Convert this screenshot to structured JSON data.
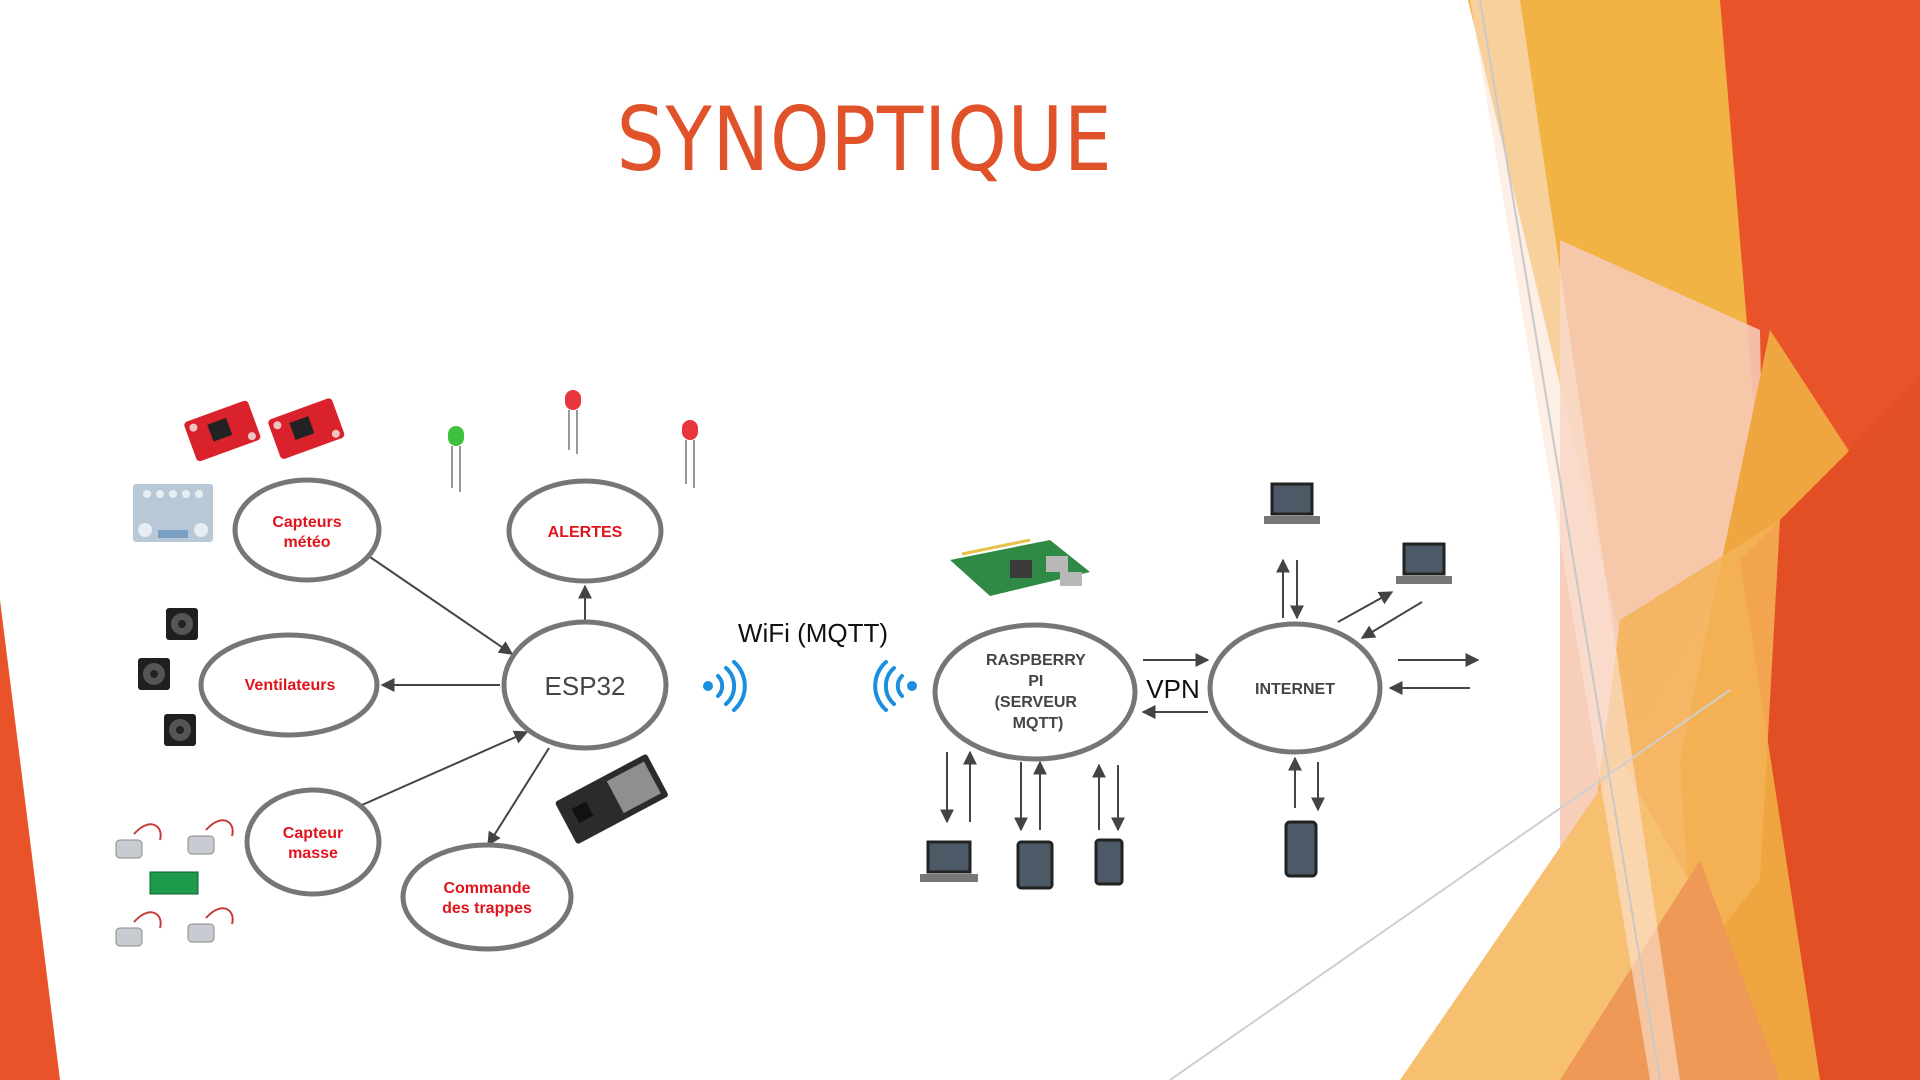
{
  "slide": {
    "title": "SYNOPTIQUE",
    "colors": {
      "title": "#e0522a",
      "node_label_red": "#e0141b",
      "ellipse_stroke": "#767676",
      "orange_dark": "#e8532a",
      "orange_light": "#f0a640",
      "peach": "#f5c6ae"
    }
  },
  "nodes": {
    "capteurs_meteo": "Capteurs\nmétéo",
    "alertes": "ALERTES",
    "ventilateurs": "Ventilateurs",
    "esp32": "ESP32",
    "capteur_masse": "Capteur\nmasse",
    "commande_trappes": "Commande\ndes trappes",
    "raspberry": "RASPBERRY\nPI\n(SERVEUR\nMQTT)",
    "internet": "INTERNET"
  },
  "links": {
    "wifi_label": "WiFi (MQTT)",
    "vpn_label": "VPN"
  },
  "icons": {
    "sensor_boards": "weather-sensor-board-icon",
    "leds": "led-icon",
    "fans": "fan-icon",
    "load_cells": "load-cell-icon",
    "esp32_board": "esp32-board-icon",
    "raspberry_board": "raspberry-pi-board-icon",
    "wifi": "wifi-signal-icon",
    "laptop": "laptop-icon",
    "tablet": "tablet-icon",
    "phone": "smartphone-icon"
  }
}
